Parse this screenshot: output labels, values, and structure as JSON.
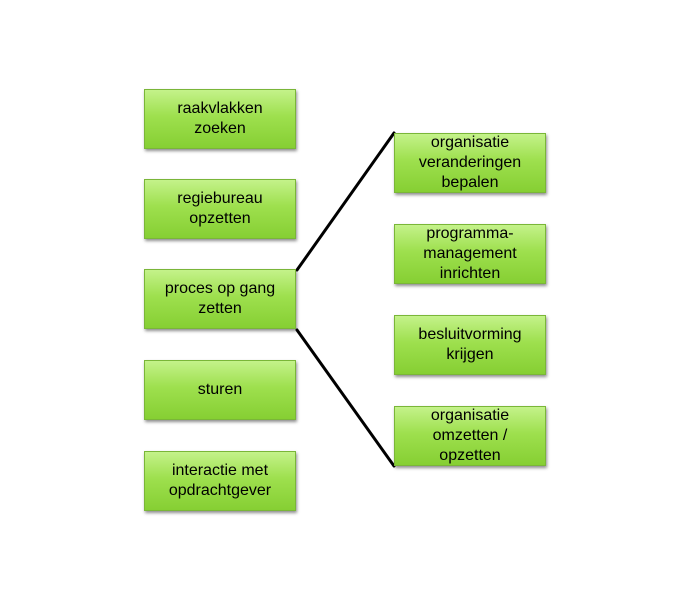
{
  "left_column": [
    {
      "id": "raakvlakken",
      "label": "raakvlakken zoeken"
    },
    {
      "id": "regiebureau",
      "label": "regiebureau opzetten"
    },
    {
      "id": "proces",
      "label": "proces op gang zetten"
    },
    {
      "id": "sturen",
      "label": "sturen"
    },
    {
      "id": "interactie",
      "label": "interactie met opdrachtgever"
    }
  ],
  "right_column": [
    {
      "id": "organisatie-veranderingen",
      "label": "organisatie veranderingen bepalen"
    },
    {
      "id": "programma-management",
      "label": "programma-management inrichten"
    },
    {
      "id": "besluitvorming",
      "label": "besluitvorming krijgen"
    },
    {
      "id": "organisatie-omzetten",
      "label": "organisatie omzetten / opzetten"
    }
  ],
  "colors": {
    "box_fill_top": "#c4f28a",
    "box_fill_bottom": "#86cf33",
    "box_border": "#7ab638",
    "connector": "#000000"
  }
}
